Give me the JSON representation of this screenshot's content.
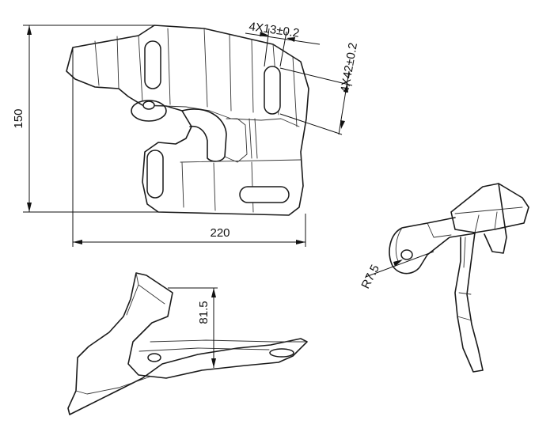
{
  "dimensions": {
    "height_overall": "150",
    "width_overall": "220",
    "slot_width": "4X13±0.2",
    "slot_length": "4X42±0.2",
    "radius": "R7.5",
    "side_height": "81.5"
  }
}
